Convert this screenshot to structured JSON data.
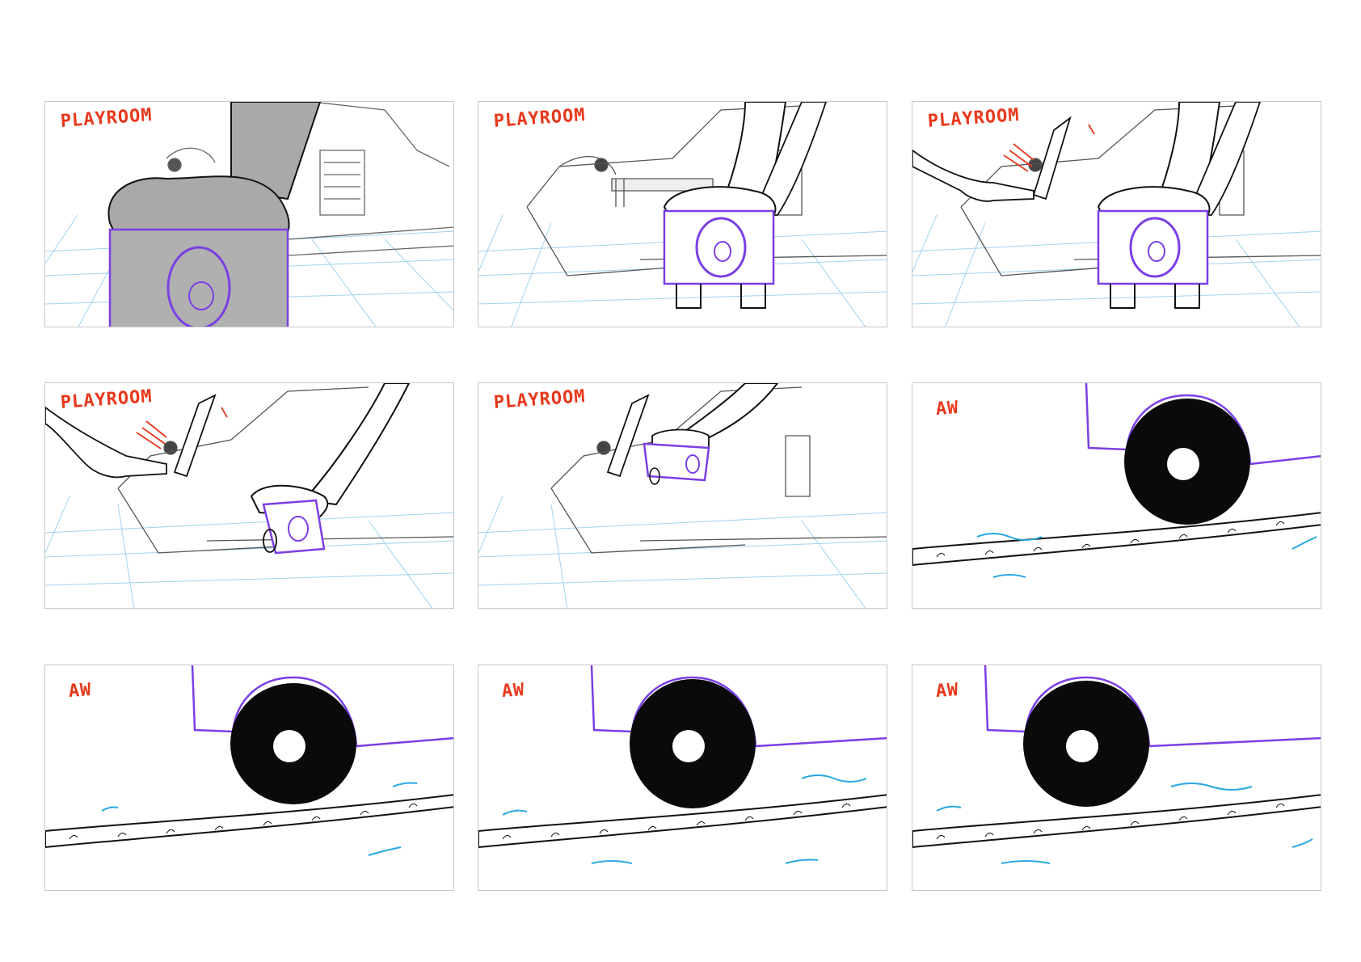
{
  "storyboard": {
    "panels": [
      {
        "label": "PLAYROOM"
      },
      {
        "label": "PLAYROOM"
      },
      {
        "label": "PLAYROOM"
      },
      {
        "label": "PLAYROOM"
      },
      {
        "label": "PLAYROOM"
      },
      {
        "label": "AW"
      },
      {
        "label": "AW"
      },
      {
        "label": "AW"
      },
      {
        "label": "AW"
      }
    ]
  },
  "colors": {
    "label_red": "#e8381c",
    "toy_purple": "#7b3fe4",
    "grid_blue": "#9fd3ee",
    "water_blue": "#29a8e0",
    "sketch_black": "#111111",
    "hand_gray": "#a9a9a9"
  }
}
